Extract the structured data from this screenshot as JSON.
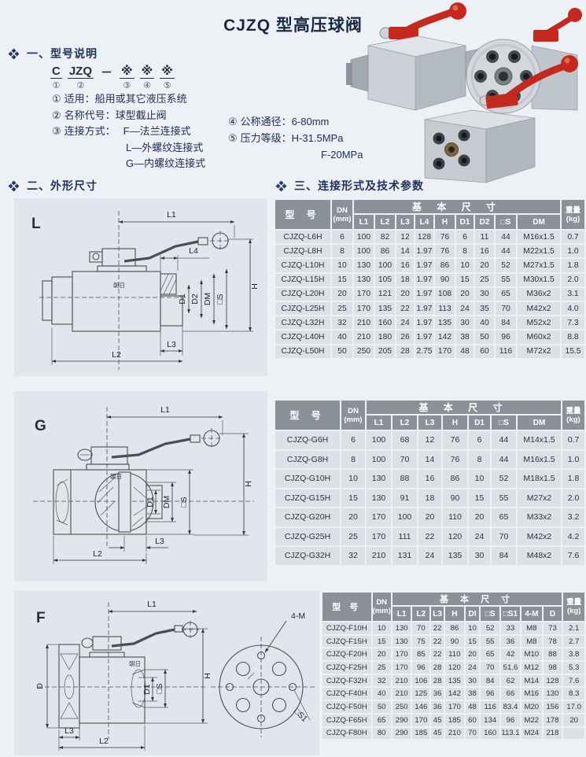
{
  "page": {
    "title": "CJZQ 型高压球阀"
  },
  "sections": {
    "s1": {
      "heading": "一、型号说明",
      "marker_icon": "four-diamonds"
    },
    "s2": {
      "heading": "二、外形尺寸",
      "marker_icon": "four-diamonds"
    },
    "s3": {
      "heading": "三、连接形式及技术参数",
      "marker_icon": "four-diamonds"
    }
  },
  "model_code": {
    "c": "C",
    "jzq": "JZQ",
    "dash": "－",
    "star1": "※",
    "star2": "※",
    "star3": "※",
    "n1": "①",
    "n2": "②",
    "n3": "③",
    "n4": "④",
    "n5": "⑤"
  },
  "notes": {
    "n1": {
      "num": "①",
      "text": "适用：船用或其它液压系统"
    },
    "n2": {
      "num": "②",
      "text": "名称代号：球型截止阀"
    },
    "n3": {
      "num": "③",
      "label": "连接方式：",
      "opt1": "F—法兰连接式",
      "opt2": "L—外螺纹连接式",
      "opt3": "G—内螺纹连接式"
    },
    "n4": {
      "num": "④",
      "label": "公称通径：",
      "value": "6-80mm"
    },
    "n5": {
      "num": "⑤",
      "label": "压力等级：",
      "value1": "H-31.5MPa",
      "value2": "F-20MPa"
    }
  },
  "diagrams": {
    "l": {
      "label": "L",
      "brand": "朝日",
      "l1": "L1",
      "l4": "L4",
      "h": "H",
      "d1": "D1",
      "d2": "D2",
      "dm": "DM",
      "s": "□S",
      "l3": "L3",
      "l2": "L2"
    },
    "g": {
      "label": "G",
      "brand": "朝日",
      "l1": "L1",
      "h": "H",
      "d1": "D1",
      "dm": "DM",
      "s": "□S",
      "l3": "L3",
      "l2": "L2"
    },
    "f": {
      "label": "F",
      "brand": "朝日",
      "l1": "L1",
      "d": "D",
      "h": "H",
      "d1": "D1",
      "s": "□S",
      "l3": "L3",
      "l2": "L2",
      "m4": "4-M",
      "s1": "□S1"
    }
  },
  "tables": {
    "l": {
      "header": {
        "model": "型 号",
        "dn_top": "DN",
        "dn_bottom": "(mm)",
        "basic": "基 本 尺 寸",
        "weight_top": "重量",
        "weight_bottom": "(kg)"
      },
      "sub_cols": [
        "L1",
        "L2",
        "L3",
        "L4",
        "H",
        "D1",
        "D2",
        "□S",
        "DM"
      ],
      "rows": [
        [
          "CJZQ-L6H",
          "6",
          "100",
          "82",
          "12",
          "128",
          "76",
          "6",
          "11",
          "44",
          "M16x1.5",
          "0.7"
        ],
        [
          "CJZQ-L8H",
          "8",
          "100",
          "86",
          "14",
          "1.97",
          "76",
          "8",
          "16",
          "44",
          "M22x1.5",
          "1.0"
        ],
        [
          "CJZQ-L10H",
          "10",
          "130",
          "100",
          "16",
          "1.97",
          "86",
          "10",
          "20",
          "52",
          "M27x1.5",
          "1.8"
        ],
        [
          "CJZQ-L15H",
          "15",
          "130",
          "105",
          "18",
          "1.97",
          "90",
          "15",
          "25",
          "55",
          "M30x1.5",
          "2.0"
        ],
        [
          "CJZQ-L20H",
          "20",
          "170",
          "121",
          "20",
          "1.97",
          "108",
          "20",
          "30",
          "65",
          "M36x2",
          "3.1"
        ],
        [
          "CJZQ-L25H",
          "25",
          "170",
          "135",
          "22",
          "1.97",
          "113",
          "24",
          "35",
          "70",
          "M42x2",
          "4.0"
        ],
        [
          "CJZQ-L32H",
          "32",
          "210",
          "160",
          "24",
          "1.97",
          "135",
          "30",
          "40",
          "84",
          "M52x2",
          "7.3"
        ],
        [
          "CJZQ-L40H",
          "40",
          "210",
          "180",
          "26",
          "1.97",
          "142",
          "38",
          "50",
          "96",
          "M60x2",
          "8.8"
        ],
        [
          "CJZQ-L50H",
          "50",
          "250",
          "205",
          "28",
          "2.75",
          "170",
          "48",
          "60",
          "116",
          "M72x2",
          "15.5"
        ]
      ]
    },
    "g": {
      "header": {
        "model": "型 号",
        "dn_top": "DN",
        "dn_bottom": "(mm)",
        "basic": "基 本 尺 寸",
        "weight_top": "重量",
        "weight_bottom": "(kg)"
      },
      "sub_cols": [
        "L1",
        "L2",
        "L3",
        "H",
        "D1",
        "□S",
        "DM"
      ],
      "rows": [
        [
          "CJZQ-G6H",
          "6",
          "100",
          "68",
          "12",
          "76",
          "6",
          "44",
          "M14x1.5",
          "0.7"
        ],
        [
          "CJZQ-G8H",
          "8",
          "100",
          "70",
          "14",
          "76",
          "8",
          "44",
          "M16x1.5",
          "1.0"
        ],
        [
          "CJZQ-G10H",
          "10",
          "130",
          "88",
          "16",
          "86",
          "10",
          "52",
          "M18x1.5",
          "1.8"
        ],
        [
          "CJZQ-G15H",
          "15",
          "130",
          "91",
          "18",
          "90",
          "15",
          "55",
          "M27x2",
          "2.0"
        ],
        [
          "CJZQ-G20H",
          "20",
          "170",
          "100",
          "20",
          "110",
          "20",
          "65",
          "M33x2",
          "3.2"
        ],
        [
          "CJZQ-G25H",
          "25",
          "170",
          "111",
          "22",
          "120",
          "24",
          "70",
          "M42x2",
          "4.2"
        ],
        [
          "CJZQ-G32H",
          "32",
          "210",
          "131",
          "24",
          "135",
          "30",
          "84",
          "M48x2",
          "7.6"
        ]
      ]
    },
    "f": {
      "header": {
        "model": "型 号",
        "dn_top": "DN",
        "dn_bottom": "(mm)",
        "basic": "基 本 尺 寸",
        "weight_top": "重量",
        "weight_bottom": "(kg)"
      },
      "sub_cols": [
        "L1",
        "L2",
        "L3",
        "H",
        "DI",
        "□S",
        "□S1",
        "4-M",
        "D"
      ],
      "rows": [
        [
          "CJZQ-F10H",
          "10",
          "130",
          "70",
          "22",
          "86",
          "10",
          "52",
          "33",
          "M8",
          "73",
          "2.1"
        ],
        [
          "CJZQ-F15H",
          "15",
          "130",
          "75",
          "22",
          "90",
          "15",
          "55",
          "36",
          "M8",
          "78",
          "2.7"
        ],
        [
          "CJZQ-F20H",
          "20",
          "170",
          "85",
          "22",
          "110",
          "20",
          "65",
          "42",
          "M10",
          "88",
          "3.8"
        ],
        [
          "CJZQ-F25H",
          "25",
          "170",
          "96",
          "28",
          "120",
          "24",
          "70",
          "51.6",
          "M12",
          "98",
          "5.3"
        ],
        [
          "CJZQ-F32H",
          "32",
          "210",
          "106",
          "28",
          "135",
          "30",
          "84",
          "62",
          "M14",
          "128",
          "7.6"
        ],
        [
          "CJZQ-F40H",
          "40",
          "210",
          "125",
          "36",
          "142",
          "38",
          "96",
          "66",
          "M16",
          "130",
          "8.3"
        ],
        [
          "CJZQ-F50H",
          "50",
          "250",
          "146",
          "36",
          "170",
          "48",
          "116",
          "83.4",
          "M20",
          "156",
          "17.0"
        ],
        [
          "CJZQ-F65H",
          "65",
          "290",
          "170",
          "45",
          "185",
          "60",
          "134",
          "96",
          "M22",
          "178",
          "20"
        ],
        [
          "CJZQ-F80H",
          "80",
          "290",
          "185",
          "45",
          "210",
          "70",
          "160",
          "113.1",
          "M24",
          "218",
          ""
        ]
      ]
    }
  },
  "colors": {
    "header_bg": "#8a9199",
    "row_bg": "#dce1e8",
    "handle_red": "#c5281c",
    "navy": "#21335c"
  }
}
